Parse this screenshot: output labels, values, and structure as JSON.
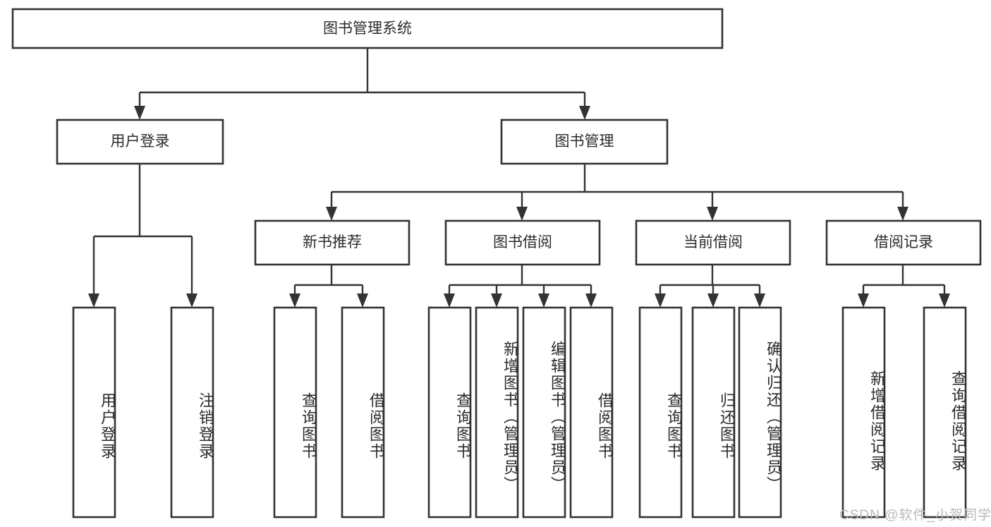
{
  "diagram": {
    "title": "图书管理系统",
    "type": "tree-hierarchy-diagram",
    "watermark": "CSDN @软件_小贺同学",
    "colors": {
      "box_stroke": "#333333",
      "box_fill": "#ffffff",
      "line": "#333333",
      "text": "#2b2b2b",
      "watermark": "#b9b9b9",
      "background": "#ffffff"
    },
    "nodes": {
      "root": {
        "label": "图书管理系统",
        "orientation": "horizontal"
      },
      "level2": [
        {
          "id": "user-login",
          "label": "用户登录",
          "orientation": "horizontal"
        },
        {
          "id": "book-management",
          "label": "图书管理",
          "orientation": "horizontal"
        }
      ],
      "level3": [
        {
          "id": "new-book-recommend",
          "label": "新书推荐",
          "orientation": "horizontal"
        },
        {
          "id": "book-borrow",
          "label": "图书借阅",
          "orientation": "horizontal"
        },
        {
          "id": "current-borrow",
          "label": "当前借阅",
          "orientation": "horizontal"
        },
        {
          "id": "borrow-record",
          "label": "借阅记录",
          "orientation": "horizontal"
        }
      ],
      "leaves": {
        "user-login": [
          {
            "id": "leaf-user-login",
            "label": "用户登录",
            "orientation": "vertical"
          },
          {
            "id": "leaf-logout",
            "label": "注销登录",
            "orientation": "vertical"
          }
        ],
        "new-book-recommend": [
          {
            "id": "leaf-query-book-1",
            "label": "查询图书",
            "orientation": "vertical"
          },
          {
            "id": "leaf-borrow-book-1",
            "label": "借阅图书",
            "orientation": "vertical"
          }
        ],
        "book-borrow": [
          {
            "id": "leaf-query-book-2",
            "label": "查询图书",
            "orientation": "vertical"
          },
          {
            "id": "leaf-add-book",
            "label": "新增图书（管理员）",
            "orientation": "vertical"
          },
          {
            "id": "leaf-edit-book",
            "label": "编辑图书（管理员）",
            "orientation": "vertical"
          },
          {
            "id": "leaf-borrow-book-2",
            "label": "借阅图书",
            "orientation": "vertical"
          }
        ],
        "current-borrow": [
          {
            "id": "leaf-query-book-3",
            "label": "查询图书",
            "orientation": "vertical"
          },
          {
            "id": "leaf-return-book",
            "label": "归还图书",
            "orientation": "vertical"
          },
          {
            "id": "leaf-confirm-return",
            "label": "确认归还（管理员）",
            "orientation": "vertical"
          }
        ],
        "borrow-record": [
          {
            "id": "leaf-add-record",
            "label": "新增借阅记录",
            "orientation": "vertical"
          },
          {
            "id": "leaf-query-record",
            "label": "查询借阅记录",
            "orientation": "vertical"
          }
        ]
      }
    }
  }
}
